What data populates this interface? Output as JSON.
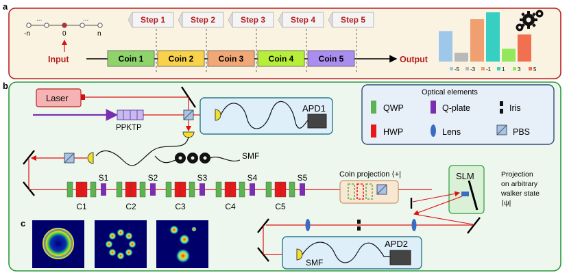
{
  "panel_a": {
    "label": "a",
    "lattice": {
      "left": "-n",
      "center": "0",
      "right": "n",
      "dots": "..."
    },
    "input_label": "Input",
    "output_label": "Output",
    "steps": [
      "Step 1",
      "Step 2",
      "Step 3",
      "Step 4",
      "Step 5"
    ],
    "coins": [
      {
        "label": "Coin 1",
        "color": "#8fd46a"
      },
      {
        "label": "Coin 2",
        "color": "#f7d24a"
      },
      {
        "label": "Coin 3",
        "color": "#f2a876"
      },
      {
        "label": "Coin 4",
        "color": "#b6ee3a"
      },
      {
        "label": "Coin 5",
        "color": "#a98df0"
      }
    ],
    "histogram": {
      "legend": [
        "-5",
        "-3",
        "-1",
        "1",
        "3",
        "5"
      ],
      "values": [
        0.62,
        0.18,
        0.86,
        1.0,
        0.26,
        0.55
      ],
      "colors": [
        "#9ec8ea",
        "#b9b9b9",
        "#f0a070",
        "#38cfc3",
        "#92e85a",
        "#f07050"
      ]
    }
  },
  "panel_b": {
    "label": "b",
    "laser": "Laser",
    "ppktp": "PPKTP",
    "apd1": "APD1",
    "apd2": "APD2",
    "smf1": "SMF",
    "smf2": "SMF",
    "slm": "SLM",
    "coin_projection": "Coin projection ⟨+|",
    "projection_text": [
      "Projection",
      "on arbitrary",
      "walker state",
      "⟨ψ|"
    ],
    "s_labels": [
      "S1",
      "S2",
      "S3",
      "S4",
      "S5"
    ],
    "c_labels": [
      "C1",
      "C2",
      "C3",
      "C4",
      "C5"
    ],
    "legend": {
      "title": "Optical elements",
      "qwp": "QWP",
      "qplate": "Q-plate",
      "iris": "Iris",
      "hwp": "HWP",
      "lens": "Lens",
      "pbs": "PBS"
    }
  },
  "panel_c": {
    "label": "c"
  },
  "colors": {
    "panel_a_bg": "#fbf3e2",
    "panel_a_border": "#b72121",
    "panel_b_bg": "#eef7ee",
    "panel_b_border": "#2a9a3a",
    "beam": "#e01010",
    "qwp": "#5db34f",
    "hwp": "#e81818",
    "qplate": "#7b2fb0",
    "lens": "#3a6cc4",
    "pbs": "#a9c2e6"
  }
}
